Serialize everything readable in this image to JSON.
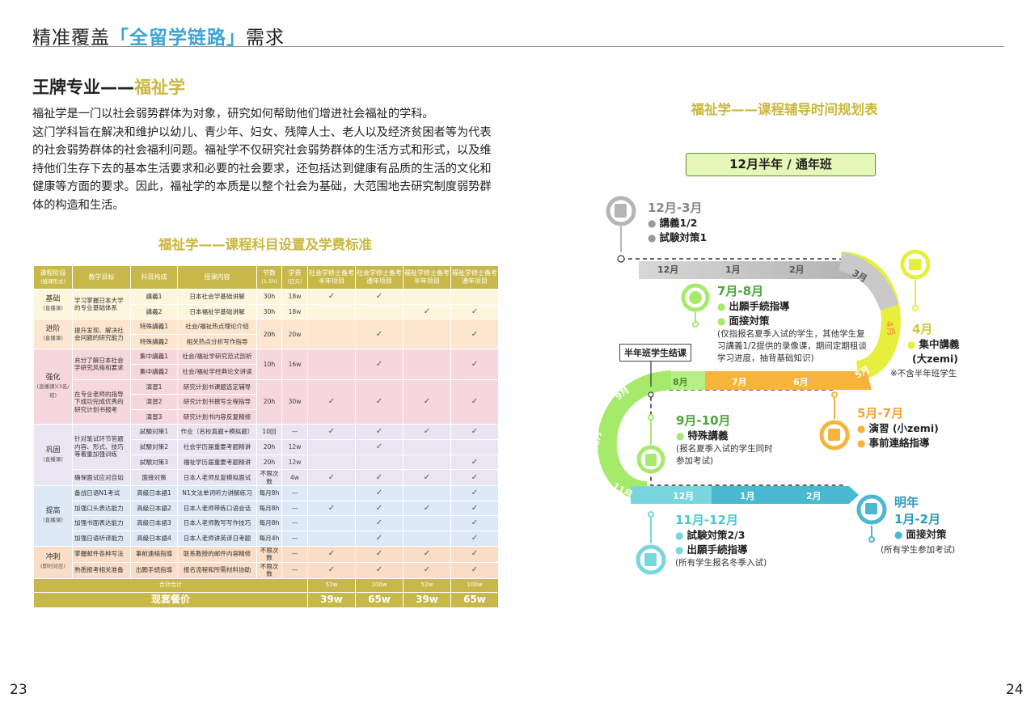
{
  "header": {
    "title_pre": "精准覆盖",
    "title_hl": "「全留学链路」",
    "title_post": "需求"
  },
  "left": {
    "heading_pre": "王牌专业——",
    "heading_hl": "福祉学",
    "intro": [
      "福祉学是一门以社会弱势群体为对象，研究如何帮助他们增进社会福祉的学科。",
      "这门学科旨在解决和维护以幼儿、青少年、妇女、残障人士、老人以及经济贫困者等为代表的社会弱势群体的社会福利问题。福祉学不仅研究社会弱势群体的生活方式和形式，以及维持他们生存下去的基本生活要求和必要的社会要求，还包括达到健康有品质的生活的文化和健康等方面的要求。因此，福祉学的本质是以整个社会为基础，大范围地去研究制度弱势群体的构造和生活。"
    ],
    "table_title": "福祉学——课程科目设置及学费标准",
    "table": {
      "headers": [
        "课程阶段",
        "教学目标",
        "科目构成",
        "授课内容",
        "节数",
        "学费",
        "社会学修士备考半年项目",
        "社会学修士备考通年项目",
        "福祉学修士备考半年项目",
        "福祉学修士备考通年项目"
      ],
      "header_subs": {
        "stage": "(授课形式)",
        "lessons": "(1.5h)",
        "fee": "(日元)"
      },
      "check": "✓",
      "dash": "—",
      "groups": [
        {
          "stage": "基础",
          "form": "(直播课)",
          "goal": "学习掌握日本大学的专业基础体系",
          "rows": [
            {
              "subject": "講義1",
              "content": "日本社会学基础讲解",
              "lessons": "30h",
              "fee": "18w",
              "c": [
                1,
                1,
                0,
                0
              ]
            },
            {
              "subject": "講義2",
              "content": "日本福祉学基础讲解",
              "lessons": "30h",
              "fee": "18w",
              "c": [
                0,
                0,
                1,
                1
              ]
            }
          ]
        },
        {
          "stage": "进阶",
          "form": "(直播课)",
          "goal": "提升发现、解决社会问题的研究能力",
          "rows": [
            {
              "subject": "特殊講義1",
              "content": "社会/福祉热点理论介绍",
              "lessons": "20h",
              "fee": "20w",
              "c": [
                0,
                1,
                0,
                1
              ]
            },
            {
              "subject": "特殊講義2",
              "content": "相关热点分析写作指导"
            }
          ]
        },
        {
          "stage": "强化",
          "form": "(直播课)(3名/班)",
          "goal": "充分了解日本社会学研究风格和要求",
          "goal2": "在专业老师的指导下成功完成优秀的研究计划书报考",
          "rows": [
            {
              "subject": "集中講義1",
              "content": "社会/福祉学研究范式剖析",
              "lessons": "10h",
              "fee": "16w",
              "c": [
                0,
                1,
                0,
                1
              ]
            },
            {
              "subject": "集中講義2",
              "content": "社会/福祉学经典论文讲读"
            },
            {
              "subject": "演習1",
              "content": "研究计划书课题选定辅导",
              "lessons": "20h",
              "fee": "30w",
              "c": [
                1,
                1,
                1,
                1
              ]
            },
            {
              "subject": "演習2",
              "content": "研究计划书撰写全程指导"
            },
            {
              "subject": "演習3",
              "content": "研究计划书内容反复精修"
            }
          ]
        },
        {
          "stage": "巩固",
          "form": "(直播课)",
          "goal": "针对笔试环节答题内容、形式、技巧等着重加强训练",
          "goal2": "确保面试应对自如",
          "rows": [
            {
              "subject": "試験対策1",
              "content": "作业（名校真题+模拟题）",
              "lessons": "10回",
              "fee": "—",
              "c": [
                1,
                1,
                1,
                1
              ]
            },
            {
              "subject": "試験対策2",
              "content": "社会学历届重要考题精讲",
              "lessons": "20h",
              "fee": "12w",
              "c": [
                0,
                1,
                0,
                0
              ]
            },
            {
              "subject": "試験対策3",
              "content": "福祉学历届重要考题精讲",
              "lessons": "20h",
              "fee": "12w",
              "c": [
                0,
                0,
                0,
                1
              ]
            },
            {
              "subject": "面接対策",
              "content": "日本人老师反复模拟面试",
              "lessons": "不限次数",
              "fee": "4w",
              "c": [
                1,
                1,
                1,
                1
              ]
            }
          ]
        },
        {
          "stage": "提高",
          "form": "(直播课)",
          "rows": [
            {
              "goal": "备战日语N1考试",
              "subject": "高級日本語1",
              "content": "N1文法单词听力讲解练习",
              "lessons": "每月8h",
              "fee": "—",
              "c": [
                0,
                1,
                0,
                1
              ]
            },
            {
              "goal": "加强口头表达能力",
              "subject": "高級日本語2",
              "content": "日本人老师带练口语会话",
              "lessons": "每月8h",
              "fee": "—",
              "c": [
                1,
                1,
                1,
                1
              ]
            },
            {
              "goal": "加强书面表达能力",
              "subject": "高級日本語3",
              "content": "日本人老师教写写作技巧",
              "lessons": "每月8h",
              "fee": "—",
              "c": [
                0,
                1,
                0,
                1
              ]
            },
            {
              "goal": "加强日语听译能力",
              "subject": "高級日本語4",
              "content": "日本人老师讲英译日考题",
              "lessons": "每月4h",
              "fee": "—",
              "c": [
                0,
                1,
                0,
                1
              ]
            }
          ]
        },
        {
          "stage": "冲刺",
          "form": "(即时对应)",
          "rows": [
            {
              "goal": "掌握邮件各种写法",
              "subject": "事前連絡指導",
              "content": "联系教授的邮件内容精修",
              "lessons": "不限次数",
              "fee": "—",
              "c": [
                1,
                1,
                1,
                1
              ]
            },
            {
              "goal": "熟悉报考相关准备",
              "subject": "出願手続指導",
              "content": "报名流程和所需材料协助",
              "lessons": "不限次数",
              "fee": "—",
              "c": [
                1,
                1,
                1,
                1
              ]
            }
          ]
        }
      ],
      "total_label": "合計合计",
      "totals": [
        "52w",
        "100w",
        "52w",
        "100w"
      ],
      "package_label": "现套餐价",
      "packages": [
        "39w",
        "65w",
        "39w",
        "65w"
      ]
    }
  },
  "right": {
    "title": "福祉学——课程辅导时间规划表",
    "badge": "12月半年 / 通年班",
    "blocks": {
      "dec_mar": {
        "period": "12月-3月",
        "items": [
          "講義1/2",
          "試験対策1"
        ]
      },
      "jul_aug": {
        "period": "7月-8月",
        "items": [
          "出願手続指導",
          "面接対策"
        ],
        "note": "(仅指报名夏季入试的学生，其他学生复习講義1/2提供的录像课，期间定期租谈学习进度，抽背基础知识)"
      },
      "apr": {
        "period": "4月",
        "items": [
          "集中講義"
        ],
        "sub": "(大zemi)",
        "note": "※不含半年班学生"
      },
      "may_jul": {
        "period": "5月-7月",
        "items": [
          "演習 (小zemi)",
          "事前連絡指導"
        ]
      },
      "sep_oct": {
        "period": "9月-10月",
        "items": [
          "特殊講義"
        ],
        "note": "(报名夏季入试的学生同时参加考试)"
      },
      "nov_dec": {
        "period": "11月-12月",
        "items": [
          "試験対策2/3",
          "出願手続指導"
        ],
        "note": "(所有学生报名冬季入试)"
      },
      "next": {
        "label": "明年",
        "period": "1月-2月",
        "items": [
          "面接対策"
        ],
        "note": "(所有学生参加考试)"
      }
    },
    "callout": "半年班学生结课",
    "road": {
      "r1": [
        "12月",
        "1月",
        "2月",
        "3月"
      ],
      "r2": [
        "4月",
        "5月",
        "6月",
        "7月",
        "8月"
      ],
      "r3": [
        "9月",
        "10月",
        "11月",
        "12月",
        "1月",
        "2月"
      ]
    },
    "colors": {
      "grey": "#b9b9b9",
      "yellow": "#e6ef3e",
      "orange": "#f6b43c",
      "green": "#a6ea6c",
      "teal": "#49b8d0"
    }
  },
  "pages": {
    "left": "23",
    "right": "24"
  }
}
